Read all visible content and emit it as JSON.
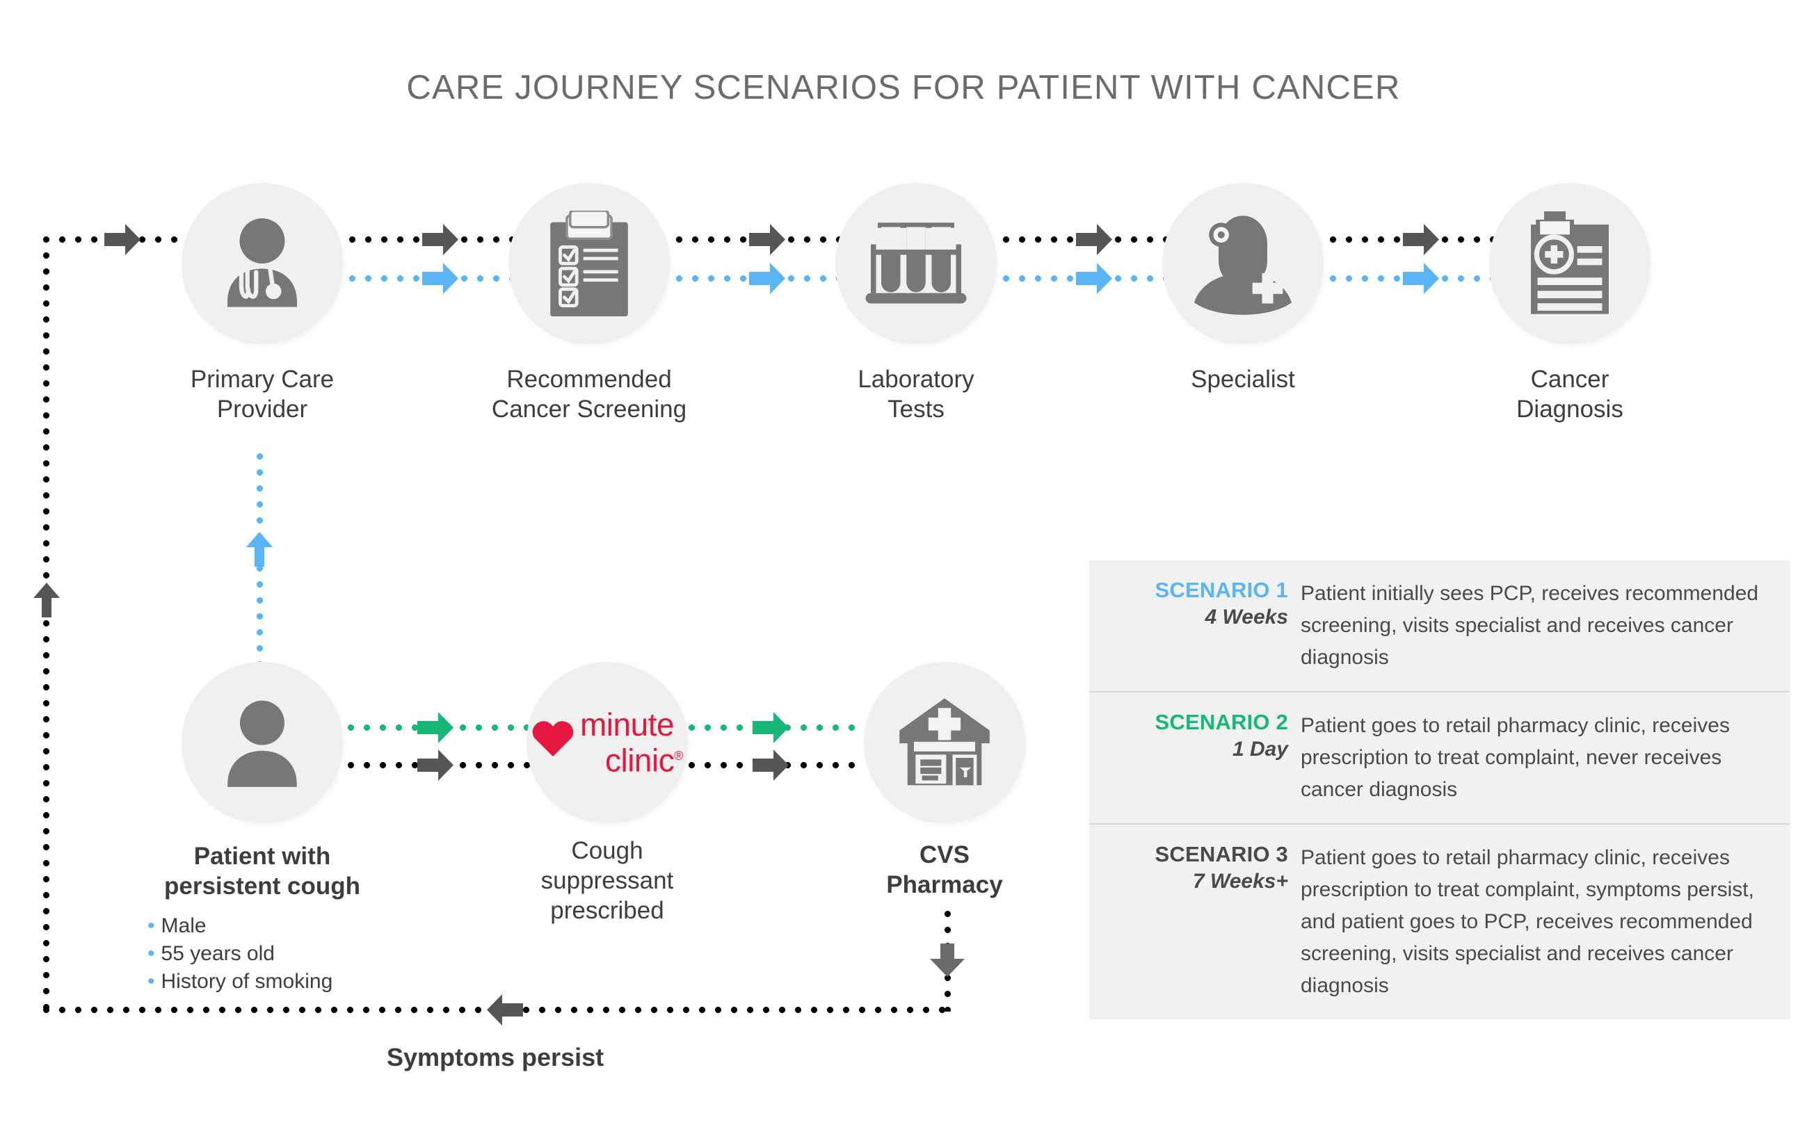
{
  "title": "CARE JOURNEY SCENARIOS FOR PATIENT WITH CANCER",
  "colors": {
    "scenario1": "#5bb4f5",
    "scenario2": "#17b877",
    "scenario3": "#4a4a4a",
    "node_fill": "#f0f0f0",
    "icon_gray": "#777777",
    "minuteclinic_red": "#e5173f",
    "text_dark": "#3d3d3d",
    "legend_bg": "#f1f1f1"
  },
  "top_row": [
    {
      "id": "primary-care-provider",
      "icon": "doctor-icon",
      "label_line1": "Primary Care",
      "label_line2": "Provider"
    },
    {
      "id": "recommended-cancer-screening",
      "icon": "clipboard-checklist-icon",
      "label_line1": "Recommended",
      "label_line2": "Cancer Screening"
    },
    {
      "id": "laboratory-tests",
      "icon": "test-tubes-icon",
      "label_line1": "Laboratory",
      "label_line2": "Tests"
    },
    {
      "id": "specialist",
      "icon": "specialist-icon",
      "label_line1": "Specialist",
      "label_line2": ""
    },
    {
      "id": "cancer-diagnosis",
      "icon": "medical-record-icon",
      "label_line1": "Cancer",
      "label_line2": "Diagnosis"
    }
  ],
  "bottom_row": [
    {
      "id": "patient",
      "icon": "patient-icon",
      "label_line1": "Patient with",
      "label_line2": "persistent cough"
    },
    {
      "id": "minute-clinic",
      "icon": "minuteclinic-logo",
      "label_line1": "Cough",
      "label_line2": "suppressant",
      "label_line3": "prescribed"
    },
    {
      "id": "cvs-pharmacy",
      "icon": "pharmacy-store-icon",
      "label_line1": "CVS",
      "label_line2": "Pharmacy"
    }
  ],
  "minuteclinic": {
    "line1": "minute",
    "line2": "clinic",
    "reg": "®"
  },
  "patient_attributes": [
    "Male",
    "55 years old",
    "History of smoking"
  ],
  "loop_label": "Symptoms persist",
  "legend": [
    {
      "name": "SCENARIO 1",
      "duration": "4 Weeks",
      "color": "#5bb4f5",
      "description": "Patient initially sees PCP, receives recommended screening, visits specialist and receives cancer diagnosis"
    },
    {
      "name": "SCENARIO 2",
      "duration": "1 Day",
      "color": "#17b877",
      "description": "Patient goes to retail pharmacy clinic, receives prescription to treat complaint, never receives cancer diagnosis"
    },
    {
      "name": "SCENARIO 3",
      "duration": "7 Weeks+",
      "color": "#4a4a4a",
      "description": "Patient goes to retail pharmacy clinic, receives prescription to treat complaint, symptoms persist, and patient goes to PCP, receives recommended screening, visits specialist and receives cancer diagnosis"
    }
  ]
}
